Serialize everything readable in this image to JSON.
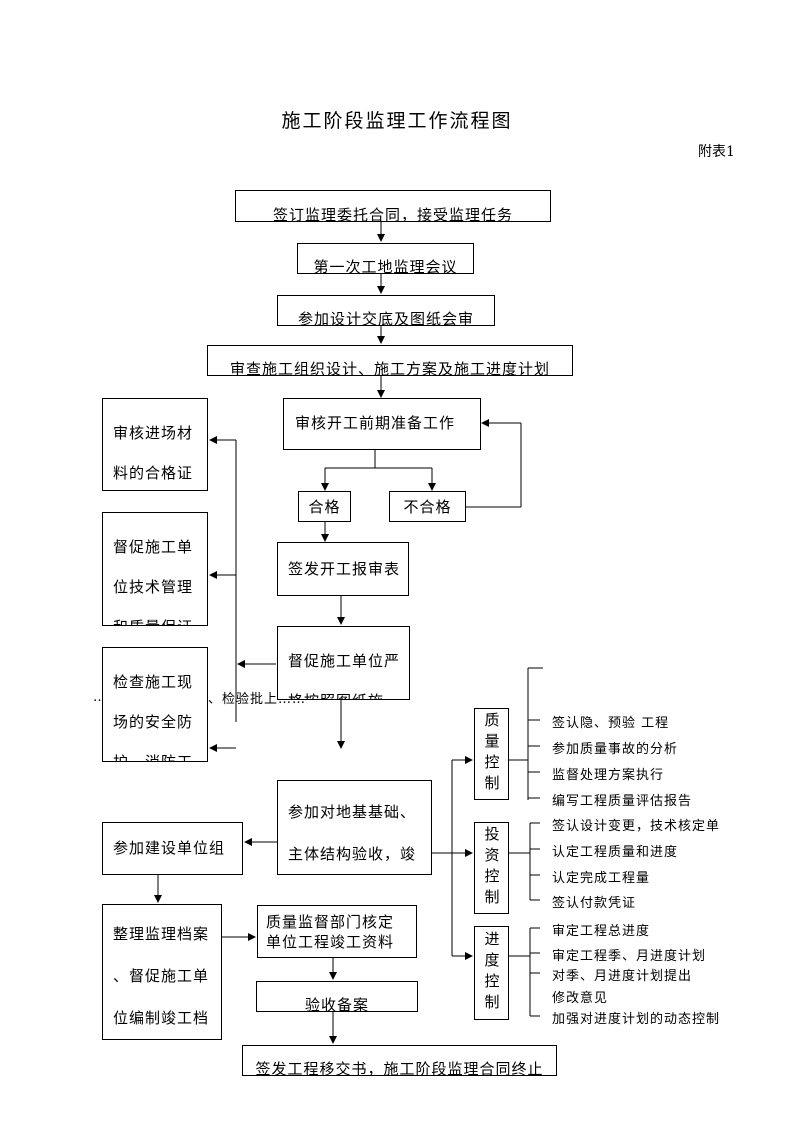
{
  "title": "施工阶段监理工作流程图",
  "appendix": "附表1",
  "main_flow": {
    "step1": "签订监理委托合同，接受监理任务",
    "step2": "第一次工地监理会议",
    "step3": "参加设计交底及图纸会审",
    "step4": "审查施工组织设计、施工方案及施工进度计划",
    "step5": "审核开工前期准备工作",
    "pass": "合格",
    "fail": "不合格",
    "step6": "签发开工报审表",
    "step7": [
      "督促施工单位严",
      "格按照图纸施……"
    ],
    "step8": [
      "参加对地基基础、",
      "主体结构验收，竣"
    ],
    "step9": "参加建设单位组",
    "step10": [
      "整理监理档案",
      "、督促施工单",
      "位编制竣工档"
    ],
    "step11": [
      "质量监督部门核定",
      "单位工程竣工资料"
    ],
    "step12": "验收备案",
    "step13": "签发工程移交书，施工阶段监理合同终止"
  },
  "side_boxes": {
    "materials": [
      "审核进场材",
      "料的合格证"
    ],
    "tech": [
      "督促施工单",
      "位技术管理",
      "和质量保证"
    ],
    "safety": [
      "检查施工现",
      "场的安全防",
      "护、消防工"
    ],
    "overflow_left": "……",
    "overflow_right": "、检验批上……"
  },
  "controls": [
    {
      "label": "质量控制",
      "items": [
        "签认隐、预验 工程",
        "参加质量事故的分析",
        "监督处理方案执行",
        "编写工程质量评估报告"
      ]
    },
    {
      "label": "投资控制",
      "items": [
        "签认设计变更，技术核定单",
        "认定工程质量和进度",
        "认定完成工程量",
        "签认付款凭证"
      ]
    },
    {
      "label": "进度控制",
      "items": [
        "审定工程总进度",
        "审定工程季、月进度计划",
        "对季、月进度计划提出",
        "修改意见",
        "加强对进度计划的动态控制"
      ]
    }
  ]
}
